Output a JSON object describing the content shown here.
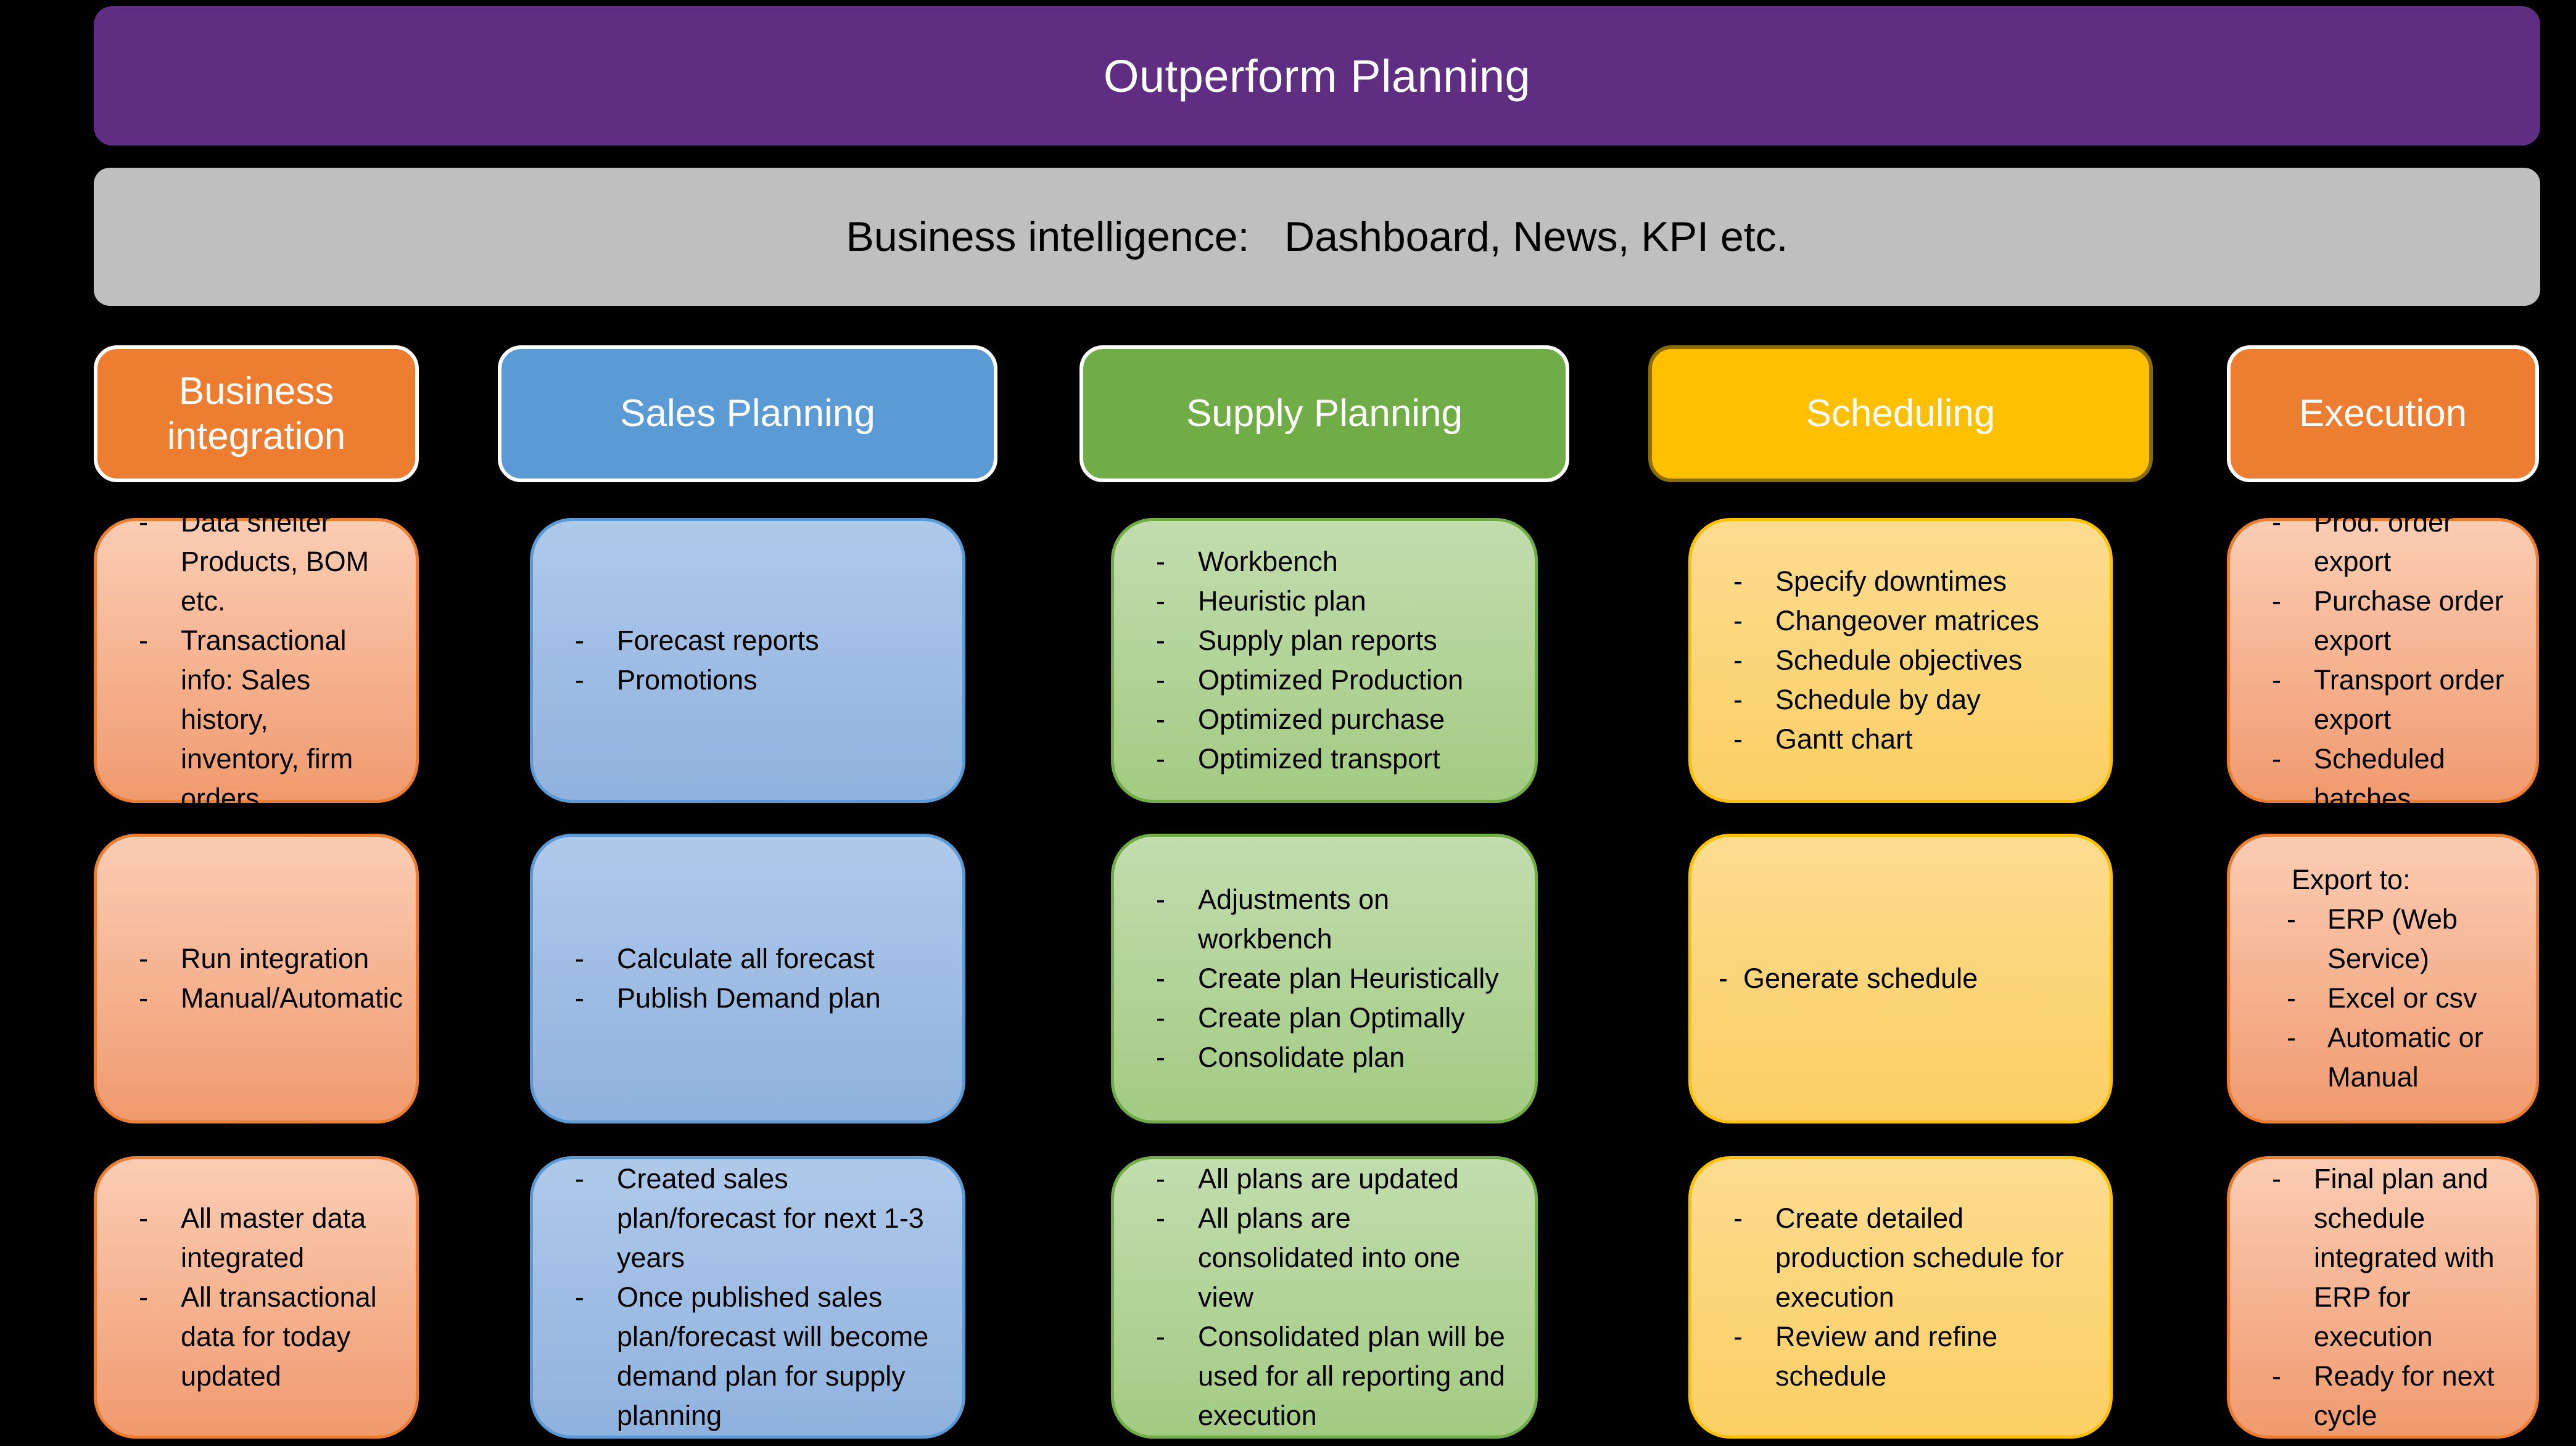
{
  "bullet_char": "-",
  "theme": {
    "bg": "#000000",
    "title_bg": "#5F2E82",
    "title_text": "#FFFFFF",
    "bi_bg": "#BFBFBF",
    "bi_text": "#000000"
  },
  "title": "Outperform Planning",
  "bi_bar": "Business intelligence:   Dashboard, News, KPI etc.",
  "columns": [
    {
      "id": "business-integration",
      "header": "Business integration",
      "colors": {
        "header": "#ED7D31",
        "header_border": "#FFFFFF",
        "border": "#ED7D31",
        "box_top": "#FBCDB4",
        "box_bottom": "#F09A6E"
      },
      "boxes": [
        {
          "items": [
            "Data shelter Products, BOM etc.",
            "Transactional info: Sales history, inventory, firm orders"
          ]
        },
        {
          "items": [
            "Run integration",
            "Manual/Automatic"
          ]
        },
        {
          "items": [
            "All master data integrated",
            "All transactional data for today updated"
          ]
        }
      ]
    },
    {
      "id": "sales-planning",
      "header": "Sales Planning",
      "colors": {
        "header": "#5B9BD5",
        "header_border": "#FFFFFF",
        "border": "#5B9BD5",
        "box_top": "#AFC9EA",
        "box_bottom": "#8FB2DE"
      },
      "boxes": [
        {
          "items": [
            "Forecast reports",
            "Promotions"
          ]
        },
        {
          "items": [
            "Calculate all forecast",
            "Publish Demand plan"
          ]
        },
        {
          "items": [
            "Created sales plan/forecast for next 1-3 years",
            "Once published sales plan/forecast will become demand plan for supply planning"
          ]
        }
      ]
    },
    {
      "id": "supply-planning",
      "header": "Supply Planning",
      "colors": {
        "header": "#70AD47",
        "header_border": "#FFFFFF",
        "border": "#70AD47",
        "box_top": "#C2DDAE",
        "box_bottom": "#A3CB83"
      },
      "boxes": [
        {
          "items": [
            "Workbench",
            "Heuristic plan",
            "Supply plan reports",
            "Optimized Production",
            "Optimized purchase",
            "Optimized transport"
          ]
        },
        {
          "items": [
            "Adjustments on workbench",
            "Create plan Heuristically",
            "Create plan Optimally",
            "Consolidate plan"
          ]
        },
        {
          "items": [
            "All plans are updated",
            "All plans are consolidated into one view",
            "Consolidated plan will be used for all reporting and execution"
          ]
        }
      ]
    },
    {
      "id": "scheduling",
      "header": "Scheduling",
      "colors": {
        "header": "#FFC000",
        "header_border": "#8C6D00",
        "border": "#FFC000",
        "box_top": "#FCDC90",
        "box_bottom": "#FBCF63"
      },
      "boxes": [
        {
          "items": [
            "Specify downtimes",
            "Changeover matrices",
            "Schedule objectives",
            "Schedule by day",
            "Gantt chart"
          ]
        },
        {
          "items": [
            "Generate schedule"
          ]
        },
        {
          "items": [
            "Create detailed production schedule for execution",
            "Review and refine schedule"
          ]
        }
      ]
    },
    {
      "id": "execution",
      "header": "Execution",
      "colors": {
        "header": "#ED7D31",
        "header_border": "#FFFFFF",
        "border": "#ED7D31",
        "box_top": "#FBCDB4",
        "box_bottom": "#F09A6E"
      },
      "boxes": [
        {
          "items": [
            "Prod. order export",
            "Purchase order export",
            "Transport order export",
            "Scheduled batches"
          ]
        },
        {
          "lead": "Export to:",
          "items": [
            "ERP (Web Service)",
            "Excel or csv",
            "Automatic or Manual"
          ]
        },
        {
          "items": [
            "Final plan and schedule integrated with ERP for execution",
            "Ready for next cycle"
          ]
        }
      ]
    }
  ]
}
